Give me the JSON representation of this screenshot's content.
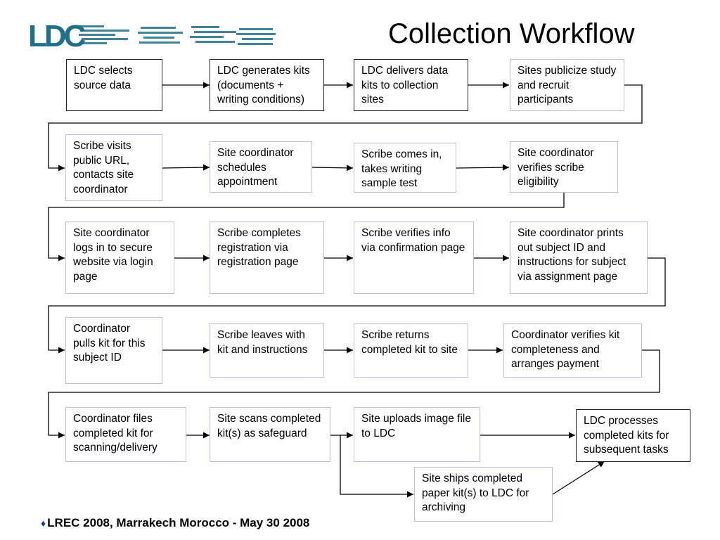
{
  "slide": {
    "title": "Collection Workflow",
    "logo_text": "LDC",
    "footer": "LREC 2008, Marrakech Morocco - May 30 2008",
    "footer_bullet": "♦"
  },
  "colors": {
    "logo": "#1f6f8b",
    "box_border": "#b9bde6",
    "box_border_dark": "#222222",
    "arrow": "#000000"
  },
  "steps": {
    "ldc_selects": "LDC selects source data",
    "ldc_generates": "LDC generates kits (documents + writing conditions)",
    "ldc_delivers": "LDC delivers data kits to collection sites",
    "sites_publicize": "Sites publicize study and recruit participants",
    "scribe_visits": "Scribe visits public URL, contacts site coordinator",
    "coord_schedules": "Site coordinator schedules appointment",
    "scribe_comes": "Scribe comes in, takes writing sample test",
    "coord_verifies_elig": "Site coordinator verifies scribe eligibility",
    "coord_logs_in": "Site coordinator logs in to secure website via login page",
    "scribe_completes_reg": "Scribe completes registration via registration page",
    "scribe_verifies_info": "Scribe verifies info via confirmation page",
    "coord_prints": "Site coordinator prints out subject ID and instructions for subject via assignment page",
    "coord_pulls": "Coordinator pulls kit for this subject ID",
    "scribe_leaves": "Scribe leaves with kit and instructions",
    "scribe_returns": "Scribe returns completed kit to site",
    "coord_verifies_kit": "Coordinator verifies kit completeness and arranges payment",
    "coord_files": "Coordinator files completed kit for scanning/delivery",
    "site_scans": "Site scans completed kit(s) as safeguard",
    "site_uploads": "Site uploads image file to LDC",
    "ldc_processes": "LDC processes completed kits for subsequent tasks",
    "site_ships": "Site ships completed paper kit(s) to LDC for archiving"
  }
}
